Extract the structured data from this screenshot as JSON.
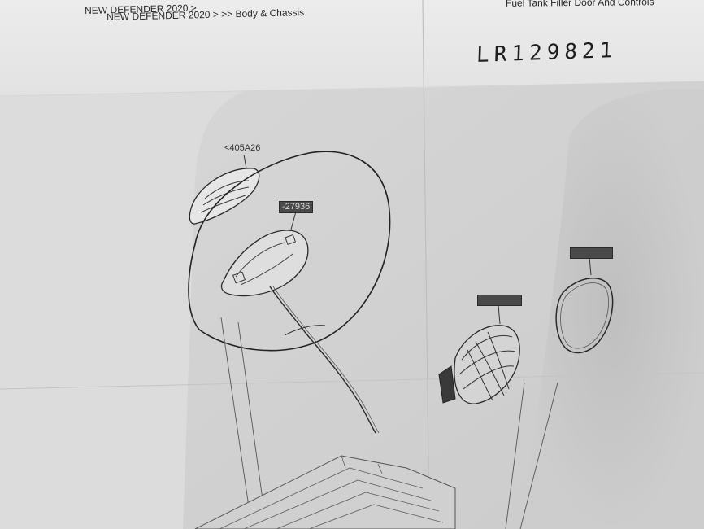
{
  "document": {
    "header_line_1": "NEW DEFENDER 2020 >",
    "header_line_2": "NEW DEFENDER 2020 > >> Body & Chassis",
    "header_right": "Fuel Tank Filler Door And Controls",
    "handwritten_part_number": "LR129821"
  },
  "callouts": {
    "lamp_ref": "<405A26",
    "housing_ref": "-27936"
  },
  "colors": {
    "paper_light": "#e9e9e9",
    "paper_shadow": "#cfcfcf",
    "ink": "#1f1f1f",
    "label_box": "#4a4a4a"
  }
}
